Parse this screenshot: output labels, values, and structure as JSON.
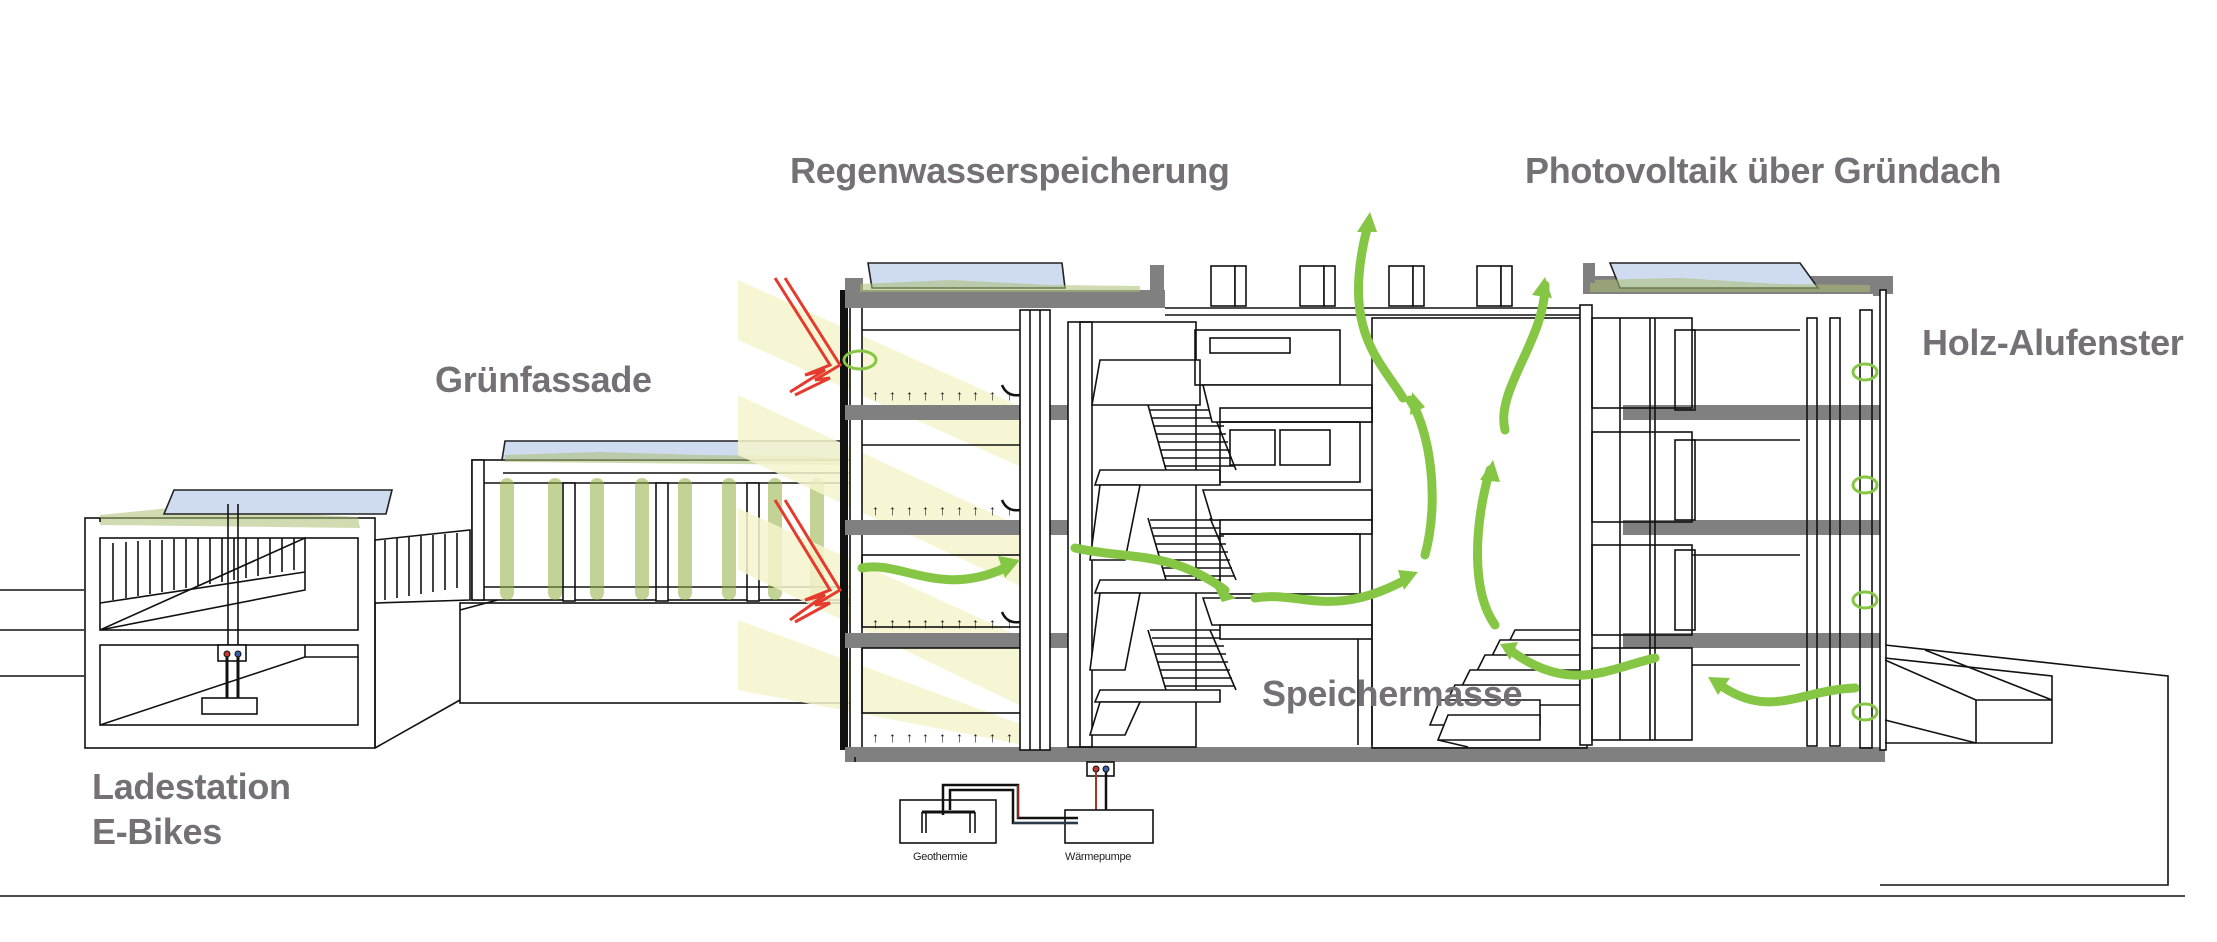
{
  "diagram": {
    "title": "Energy & Sustainability Building Section",
    "labels": {
      "rainwater": "Regenwasserspeicherung",
      "photovoltaic": "Photovoltaik über Gründach",
      "green_facade": "Grünfassade",
      "windows": "Holz-Alufenster",
      "thermal_mass": "Speichermasse",
      "charging_line1": "Ladestation",
      "charging_line2": "E-Bikes",
      "geothermal": "Geothermie",
      "heat_pump": "Wärmepumpe"
    },
    "colors": {
      "label_text": "#747074",
      "slab": "#808080",
      "pv_panel": "#cfdcef",
      "green_roof": "#a9bd73",
      "airflow_arrow": "#86c645",
      "sun_ray": "#e43b2e",
      "sunlight_band": "#f6f5cc",
      "supply_hot": "#c0392b",
      "supply_cold": "#34495e"
    },
    "symbols": {
      "airflow": "green-airflow-arrow",
      "solar_radiation": "red-lightning-arrow",
      "rising_heat": "small-black-up-arrow",
      "window_tilt": "green-rotation-icon"
    }
  }
}
